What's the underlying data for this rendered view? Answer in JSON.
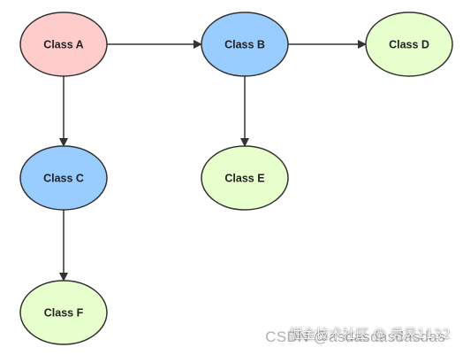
{
  "colors": {
    "pink_fill": "#ffcccc",
    "blue_fill": "#99ccff",
    "green_fill": "#e6ffcc",
    "stroke": "#333333",
    "arrow": "#333333"
  },
  "nodes": [
    {
      "id": "A",
      "label": "Class A",
      "color": "#ffcccc"
    },
    {
      "id": "B",
      "label": "Class B",
      "color": "#99ccff"
    },
    {
      "id": "C",
      "label": "Class C",
      "color": "#99ccff"
    },
    {
      "id": "D",
      "label": "Class D",
      "color": "#e6ffcc"
    },
    {
      "id": "E",
      "label": "Class E",
      "color": "#e6ffcc"
    },
    {
      "id": "F",
      "label": "Class F",
      "color": "#e6ffcc"
    }
  ],
  "edges": [
    {
      "from": "A",
      "to": "B"
    },
    {
      "from": "B",
      "to": "D"
    },
    {
      "from": "A",
      "to": "C"
    },
    {
      "from": "B",
      "to": "E"
    },
    {
      "from": "C",
      "to": "F"
    }
  ],
  "watermark": {
    "back_text": "CSDN @asdasdasdasdas",
    "front_text": "掘金技术社区 @ 秃风1132"
  }
}
